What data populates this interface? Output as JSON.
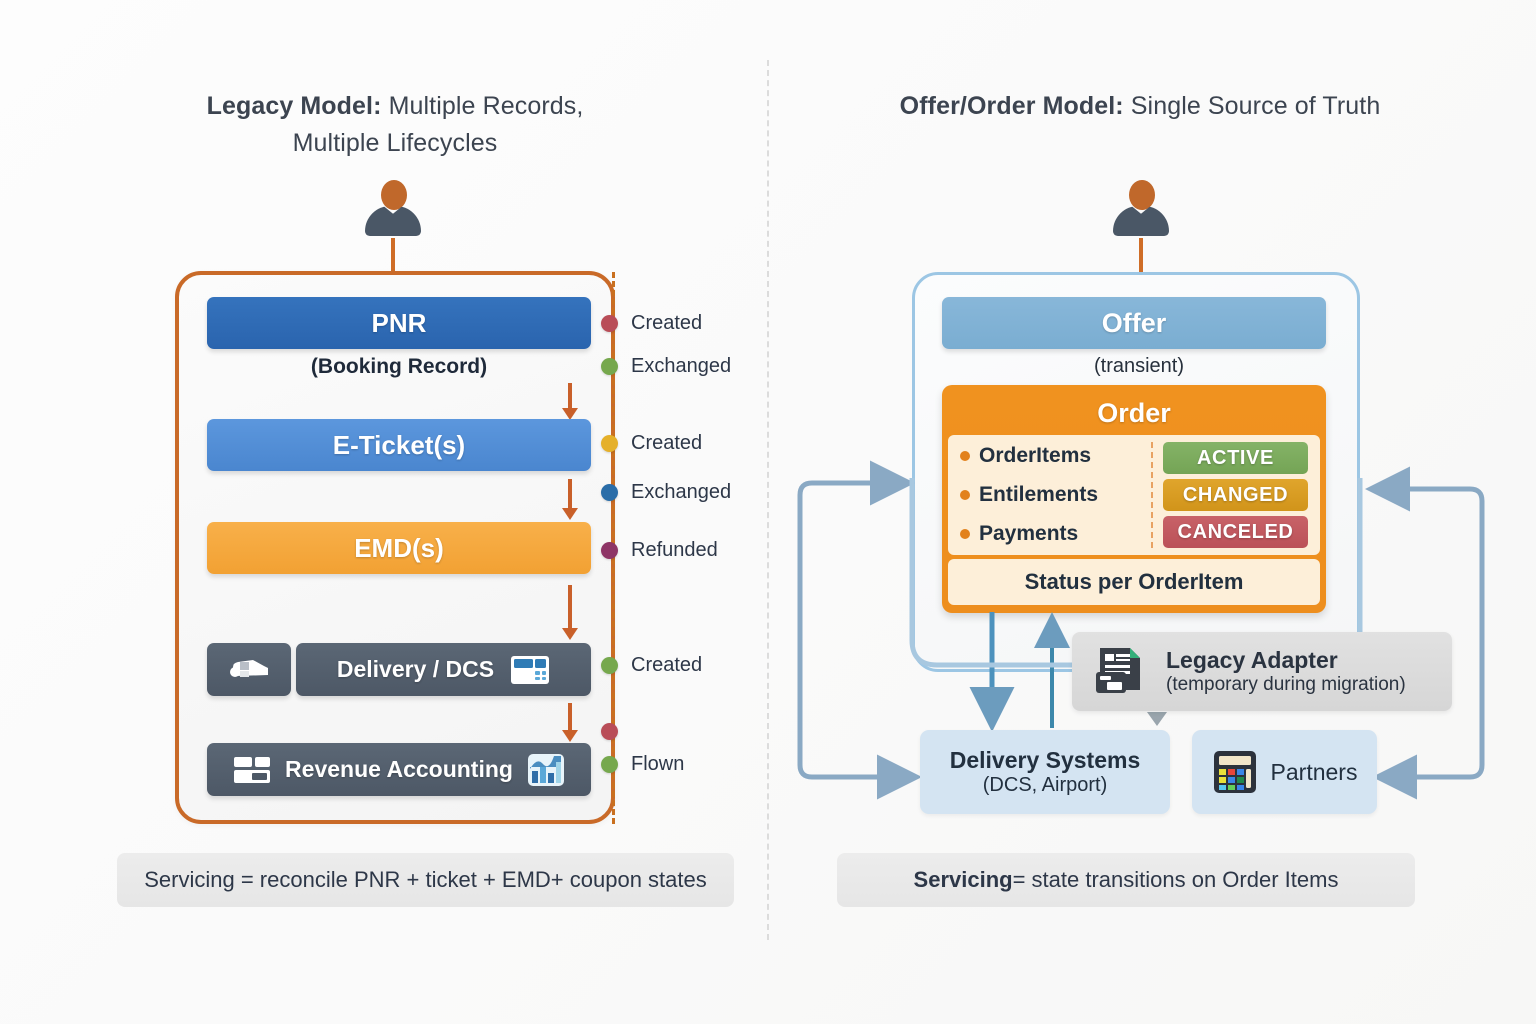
{
  "titles": {
    "left_bold": "Legacy Model:",
    "left_rest": " Multiple Records, Multiple Lifecycles",
    "right_bold": "Offer/Order Model:",
    "right_rest": " Single Source of Truth"
  },
  "legacy": {
    "boxes": [
      {
        "label": "PNR",
        "color": "#2a64ae"
      },
      {
        "label": "E-Ticket(s)",
        "color": "#4a86cf"
      },
      {
        "label": "EMD(s)",
        "color": "#f2a133"
      }
    ],
    "booking_subtitle": "(Booking Record)",
    "dcs_label": "Delivery / DCS",
    "revenue_label": "Revenue Accounting",
    "statuses": [
      {
        "label": "Created",
        "color": "#b94d58"
      },
      {
        "label": "Exchanged",
        "color": "#76a84d"
      },
      {
        "label": "Created",
        "color": "#e5b02a"
      },
      {
        "label": "Exchanged",
        "color": "#2a6da8"
      },
      {
        "label": "Refunded",
        "color": "#8e3566"
      },
      {
        "label": "Created",
        "color": "#76a84d"
      },
      {
        "label": "",
        "color": "#b94d58"
      },
      {
        "label": "Flown",
        "color": "#76a84d"
      }
    ],
    "caption_bold": "",
    "caption_text": "Servicing = reconcile PNR + ticket + EMD+ coupon states"
  },
  "offer_order": {
    "offer_label": "Offer",
    "offer_subtitle": "(transient)",
    "order_label": "Order",
    "items": [
      "OrderItems",
      "Entilements",
      "Payments"
    ],
    "badges": [
      {
        "label": "ACTIVE",
        "color": "#7aab5b"
      },
      {
        "label": "CHANGED",
        "color": "#d79a22"
      },
      {
        "label": "CANCELED",
        "color": "#c0585f"
      }
    ],
    "status_bar": "Status per OrderItem",
    "adapter_title": "Legacy Adapter",
    "adapter_subtitle": "(temporary during migration)",
    "delivery_title": "Delivery Systems",
    "delivery_subtitle": "(DCS, Airport)",
    "partners_label": "Partners",
    "caption_bold": "Servicing",
    "caption_text": " = state transitions on Order Items"
  },
  "colors": {
    "accent_orange": "#c96a28",
    "accent_blue": "#9cc6e4",
    "order_orange": "#ed8e1e",
    "connector_blue": "#8aa9c4"
  }
}
